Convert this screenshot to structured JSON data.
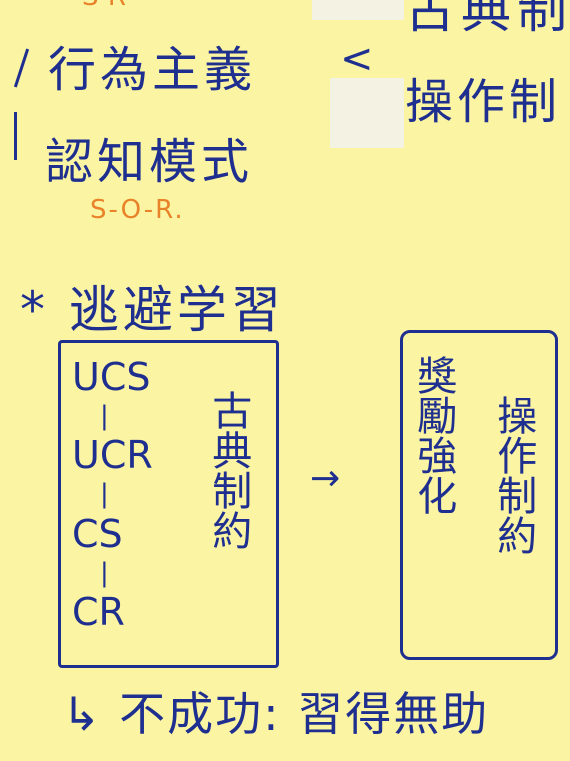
{
  "top_right_text": "古典制",
  "sr_label": "S-R",
  "behaviorism": "行為主義",
  "cognitive_model": "認知模式",
  "sor_label": "S-O-R.",
  "operant_top": "操作制",
  "escape_title": "* 逃避学習",
  "steps": [
    "UCS",
    "UCR",
    "CS",
    "CR"
  ],
  "step_sep": "|",
  "classical": "古典制約",
  "arrow": "→",
  "reward": "獎勵強化",
  "operant": "操作制約",
  "bottom_text": "↳ 不成功: 習得無助",
  "ink_color": "#1f2f8f",
  "accent_color": "#e8832a"
}
